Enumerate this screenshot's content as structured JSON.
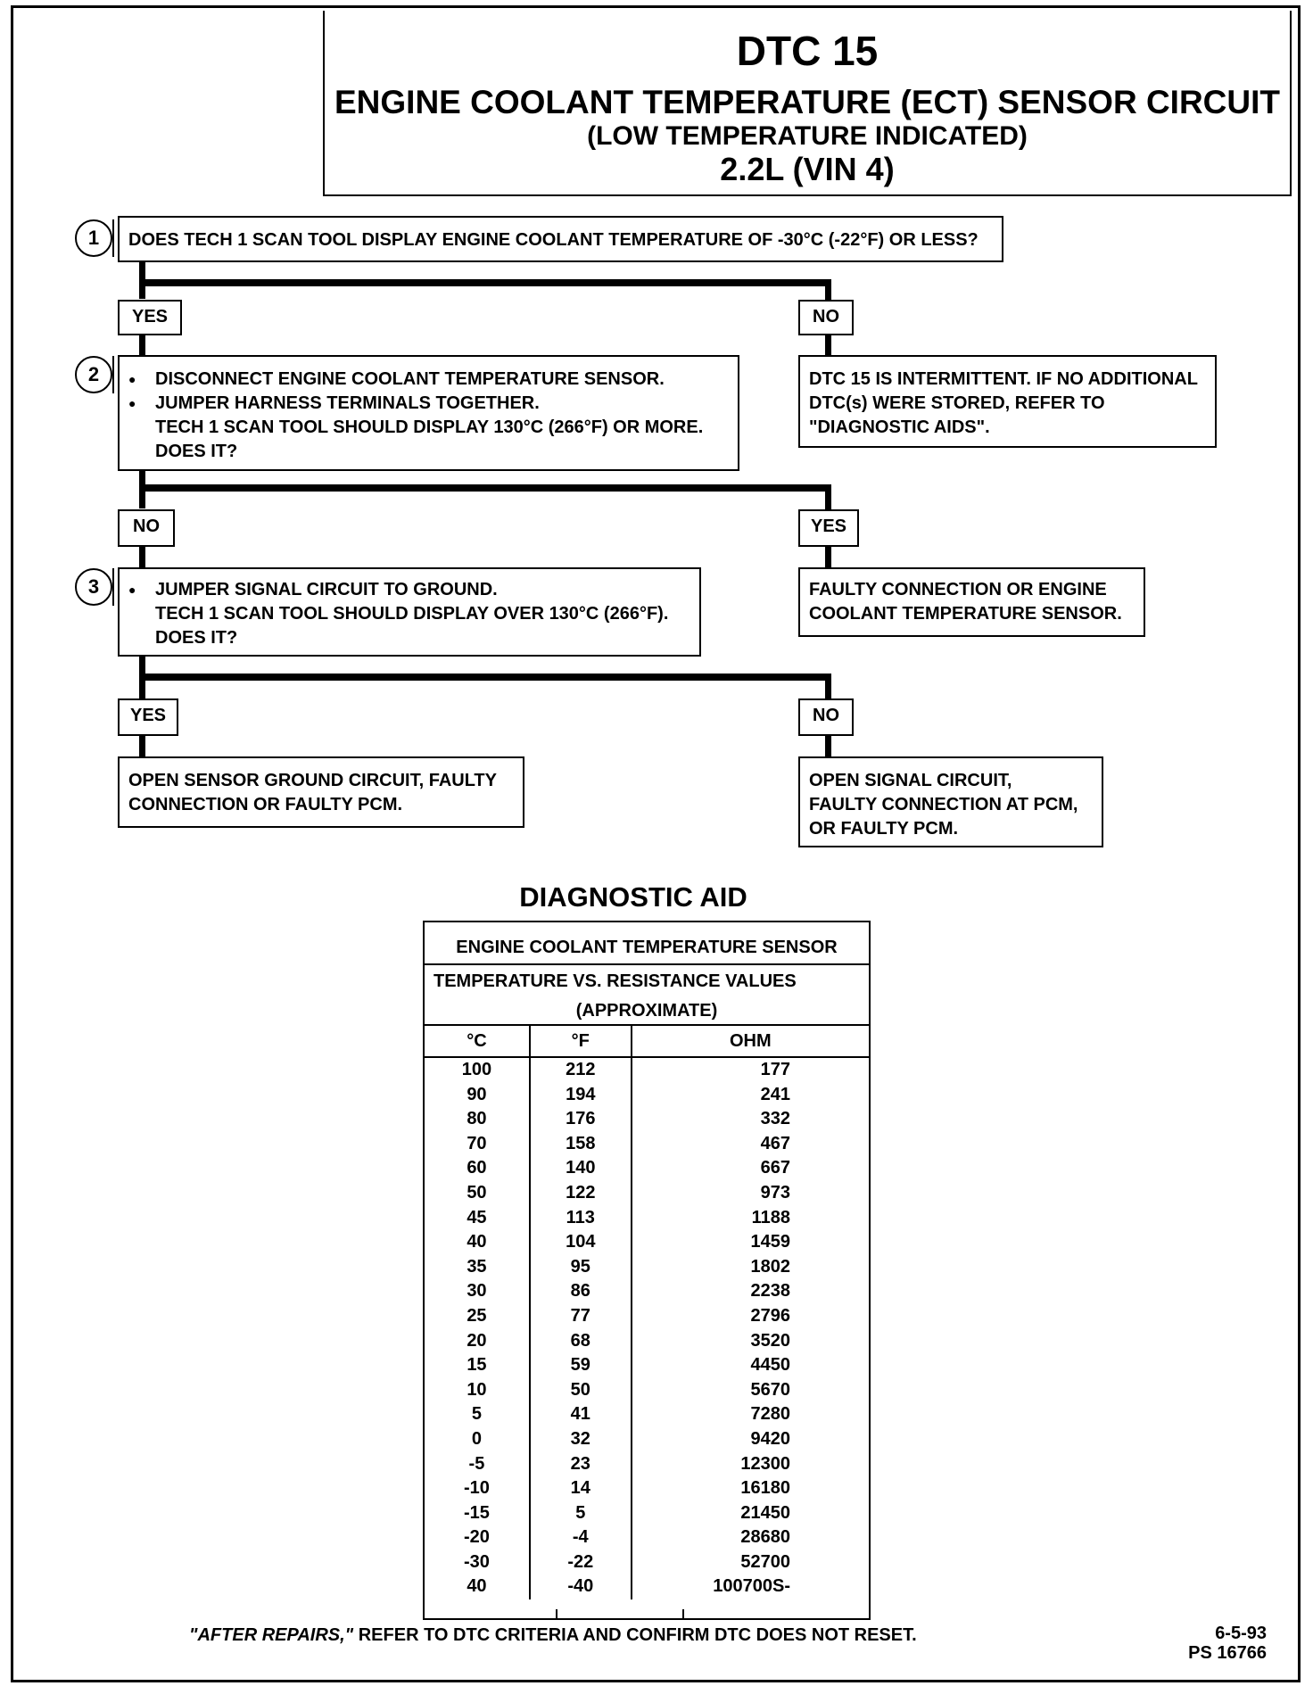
{
  "header": {
    "code": "DTC 15",
    "title": "ENGINE COOLANT TEMPERATURE (ECT) SENSOR CIRCUIT",
    "subtitle": "(LOW TEMPERATURE INDICATED)",
    "engine": "2.2L  (VIN 4)"
  },
  "steps": {
    "step1": {
      "number": "1",
      "question": "DOES TECH 1 SCAN TOOL DISPLAY ENGINE COOLANT TEMPERATURE OF -30°C (-22°F) OR LESS?",
      "yes_label": "YES",
      "no_label": "NO"
    },
    "step1_no_result": "DTC 15 IS INTERMITTENT.  IF NO ADDITIONAL DTC(s) WERE STORED, REFER TO \"DIAGNOSTIC AIDS\".",
    "step2": {
      "number": "2",
      "bullet1": "DISCONNECT ENGINE COOLANT TEMPERATURE SENSOR.",
      "bullet2": "JUMPER HARNESS TERMINALS TOGETHER.",
      "line3": "TECH 1 SCAN TOOL SHOULD DISPLAY 130°C (266°F) OR MORE.",
      "line4": "DOES IT?",
      "no_label": "NO",
      "yes_label": "YES"
    },
    "step2_yes_result": "FAULTY CONNECTION OR ENGINE COOLANT TEMPERATURE SENSOR.",
    "step3": {
      "number": "3",
      "bullet1": "JUMPER SIGNAL CIRCUIT TO GROUND.",
      "line2": "TECH 1 SCAN TOOL SHOULD DISPLAY OVER 130°C (266°F).",
      "line3": "DOES IT?",
      "yes_label": "YES",
      "no_label": "NO"
    },
    "step3_yes_result": "OPEN SENSOR GROUND CIRCUIT, FAULTY CONNECTION OR FAULTY PCM.",
    "step3_no_result_l1": "OPEN SIGNAL CIRCUIT,",
    "step3_no_result_l2": "FAULTY CONNECTION AT PCM,",
    "step3_no_result_l3": "OR FAULTY PCM."
  },
  "diagnostic_aid": {
    "title": "DIAGNOSTIC AID",
    "table_title": "ENGINE COOLANT TEMPERATURE SENSOR",
    "table_subtitle": "TEMPERATURE VS. RESISTANCE VALUES",
    "table_note": "(APPROXIMATE)",
    "columns": [
      "°C",
      "°F",
      "OHM"
    ],
    "rows": [
      [
        "100",
        "212",
        "177"
      ],
      [
        "90",
        "194",
        "241"
      ],
      [
        "80",
        "176",
        "332"
      ],
      [
        "70",
        "158",
        "467"
      ],
      [
        "60",
        "140",
        "667"
      ],
      [
        "50",
        "122",
        "973"
      ],
      [
        "45",
        "113",
        "1188"
      ],
      [
        "40",
        "104",
        "1459"
      ],
      [
        "35",
        "95",
        "1802"
      ],
      [
        "30",
        "86",
        "2238"
      ],
      [
        "25",
        "77",
        "2796"
      ],
      [
        "20",
        "68",
        "3520"
      ],
      [
        "15",
        "59",
        "4450"
      ],
      [
        "10",
        "50",
        "5670"
      ],
      [
        "5",
        "41",
        "7280"
      ],
      [
        "0",
        "32",
        "9420"
      ],
      [
        "-5",
        "23",
        "12300"
      ],
      [
        "-10",
        "14",
        "16180"
      ],
      [
        "-15",
        "5",
        "21450"
      ],
      [
        "-20",
        "-4",
        "28680"
      ],
      [
        "-30",
        "-22",
        "52700"
      ],
      [
        "40",
        "-40",
        "100700S-"
      ]
    ]
  },
  "footer": {
    "note_italic": "\"AFTER REPAIRS,\"",
    "note_rest": " REFER TO DTC CRITERIA  AND CONFIRM DTC DOES NOT RESET.",
    "date": "6-5-93",
    "code": "PS 16766"
  }
}
